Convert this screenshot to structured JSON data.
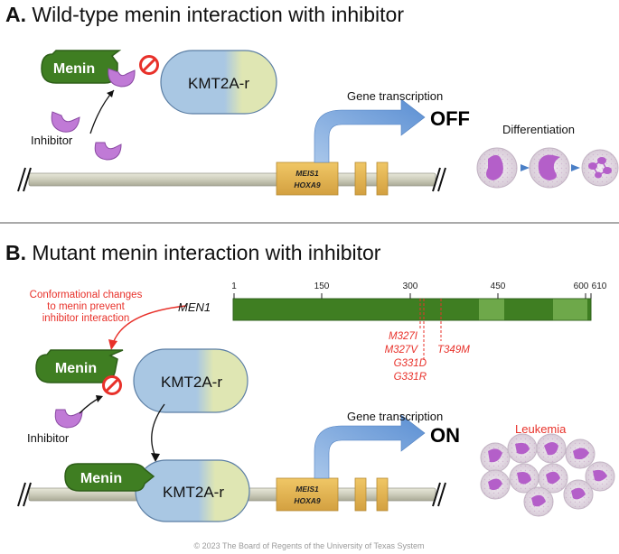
{
  "panel_a": {
    "title_letter": "A.",
    "title_text": " Wild-type menin interaction with inhibitor",
    "menin_label": "Menin",
    "kmt_label": "KMT2A-r",
    "inhibitor_label": "Inhibitor",
    "gene_transcription_label": "Gene transcription",
    "status_label": "OFF",
    "gene1": "MEIS1",
    "gene2": "HOXA9",
    "differentiation_label": "Differentiation"
  },
  "panel_b": {
    "title_letter": "B.",
    "title_text": " Mutant menin interaction with inhibitor",
    "conformational_line1": "Conformational changes",
    "conformational_line2": "to menin prevent",
    "conformational_line3": "inhibitor interaction",
    "menin_label": "Menin",
    "menin_bound_label": "Menin",
    "kmt_label": "KMT2A-r",
    "kmt_bound_label": "KMT2A-r",
    "inhibitor_label": "Inhibitor",
    "gene_transcription_label": "Gene transcription",
    "status_label": "ON",
    "gene1": "MEIS1",
    "gene2": "HOXA9",
    "leukemia_label": "Leukemia",
    "men1_label": "MEN1",
    "ticks": [
      "1",
      "150",
      "300",
      "450",
      "600",
      "610"
    ],
    "mutations": [
      "M327I",
      "M327V",
      "G331D",
      "G331R",
      "T349M"
    ]
  },
  "footer": {
    "copyright": "© 2023 The Board of Regents of the University of Texas System"
  },
  "colors": {
    "menin_green": "#3f7e22",
    "kmt_blue": "#a9c7e3",
    "kmt_yellow": "#dfe6b3",
    "inhibitor_purple": "#c07ad6",
    "gene_gold": "#e6b653",
    "dna_grey": "#cfcfbe",
    "arrow_blue": "#7ea9dd",
    "red": "#e8312a"
  }
}
